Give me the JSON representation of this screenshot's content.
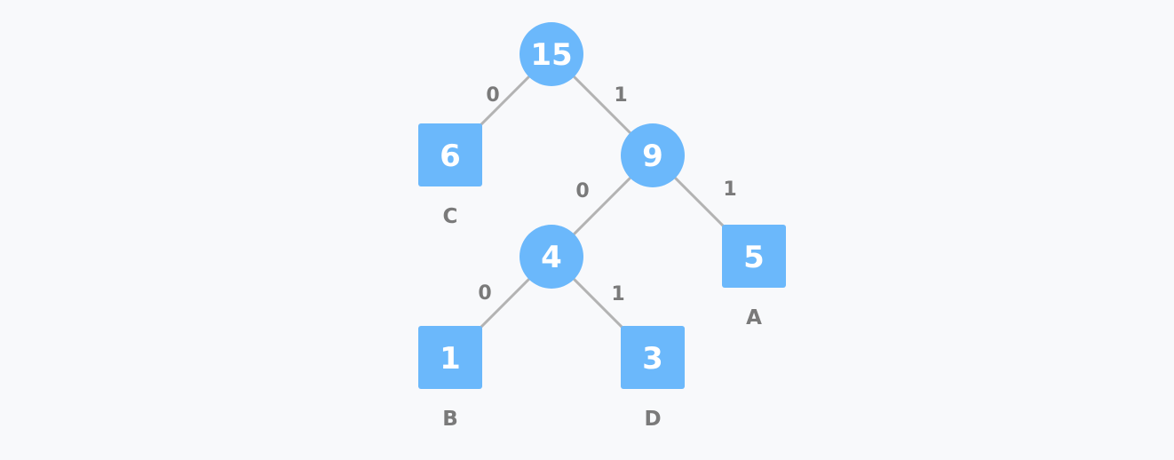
{
  "tree": {
    "root": {
      "value": "15"
    },
    "node_left": {
      "value": "6",
      "label": "C"
    },
    "node_right": {
      "value": "9"
    },
    "node_right_left": {
      "value": "4"
    },
    "node_right_right": {
      "value": "5",
      "label": "A"
    },
    "node_rll": {
      "value": "1",
      "label": "B"
    },
    "node_rlr": {
      "value": "3",
      "label": "D"
    }
  },
  "edges": {
    "root_left": "0",
    "root_right": "1",
    "n9_left": "0",
    "n9_right": "1",
    "n4_left": "0",
    "n4_right": "1"
  },
  "colors": {
    "node": "#6bb8fb",
    "edge": "#b3b3b3",
    "label": "#7a7a7a",
    "background": "#f8f9fb"
  }
}
